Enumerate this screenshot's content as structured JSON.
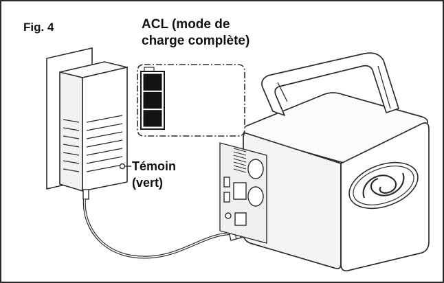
{
  "figure": {
    "label": "Fig. 4",
    "lcd_label": "ACL (mode de\ncharge complète)",
    "indicator_label": "Témoin\n(vert)"
  },
  "battery_display": {
    "segments_filled": 3,
    "segments_total": 3
  },
  "colors": {
    "frame": "#2a2a2a",
    "line_art": "#2b2b2b",
    "device_fill": "#f7f7f7",
    "lcd_segment": "#141414"
  }
}
